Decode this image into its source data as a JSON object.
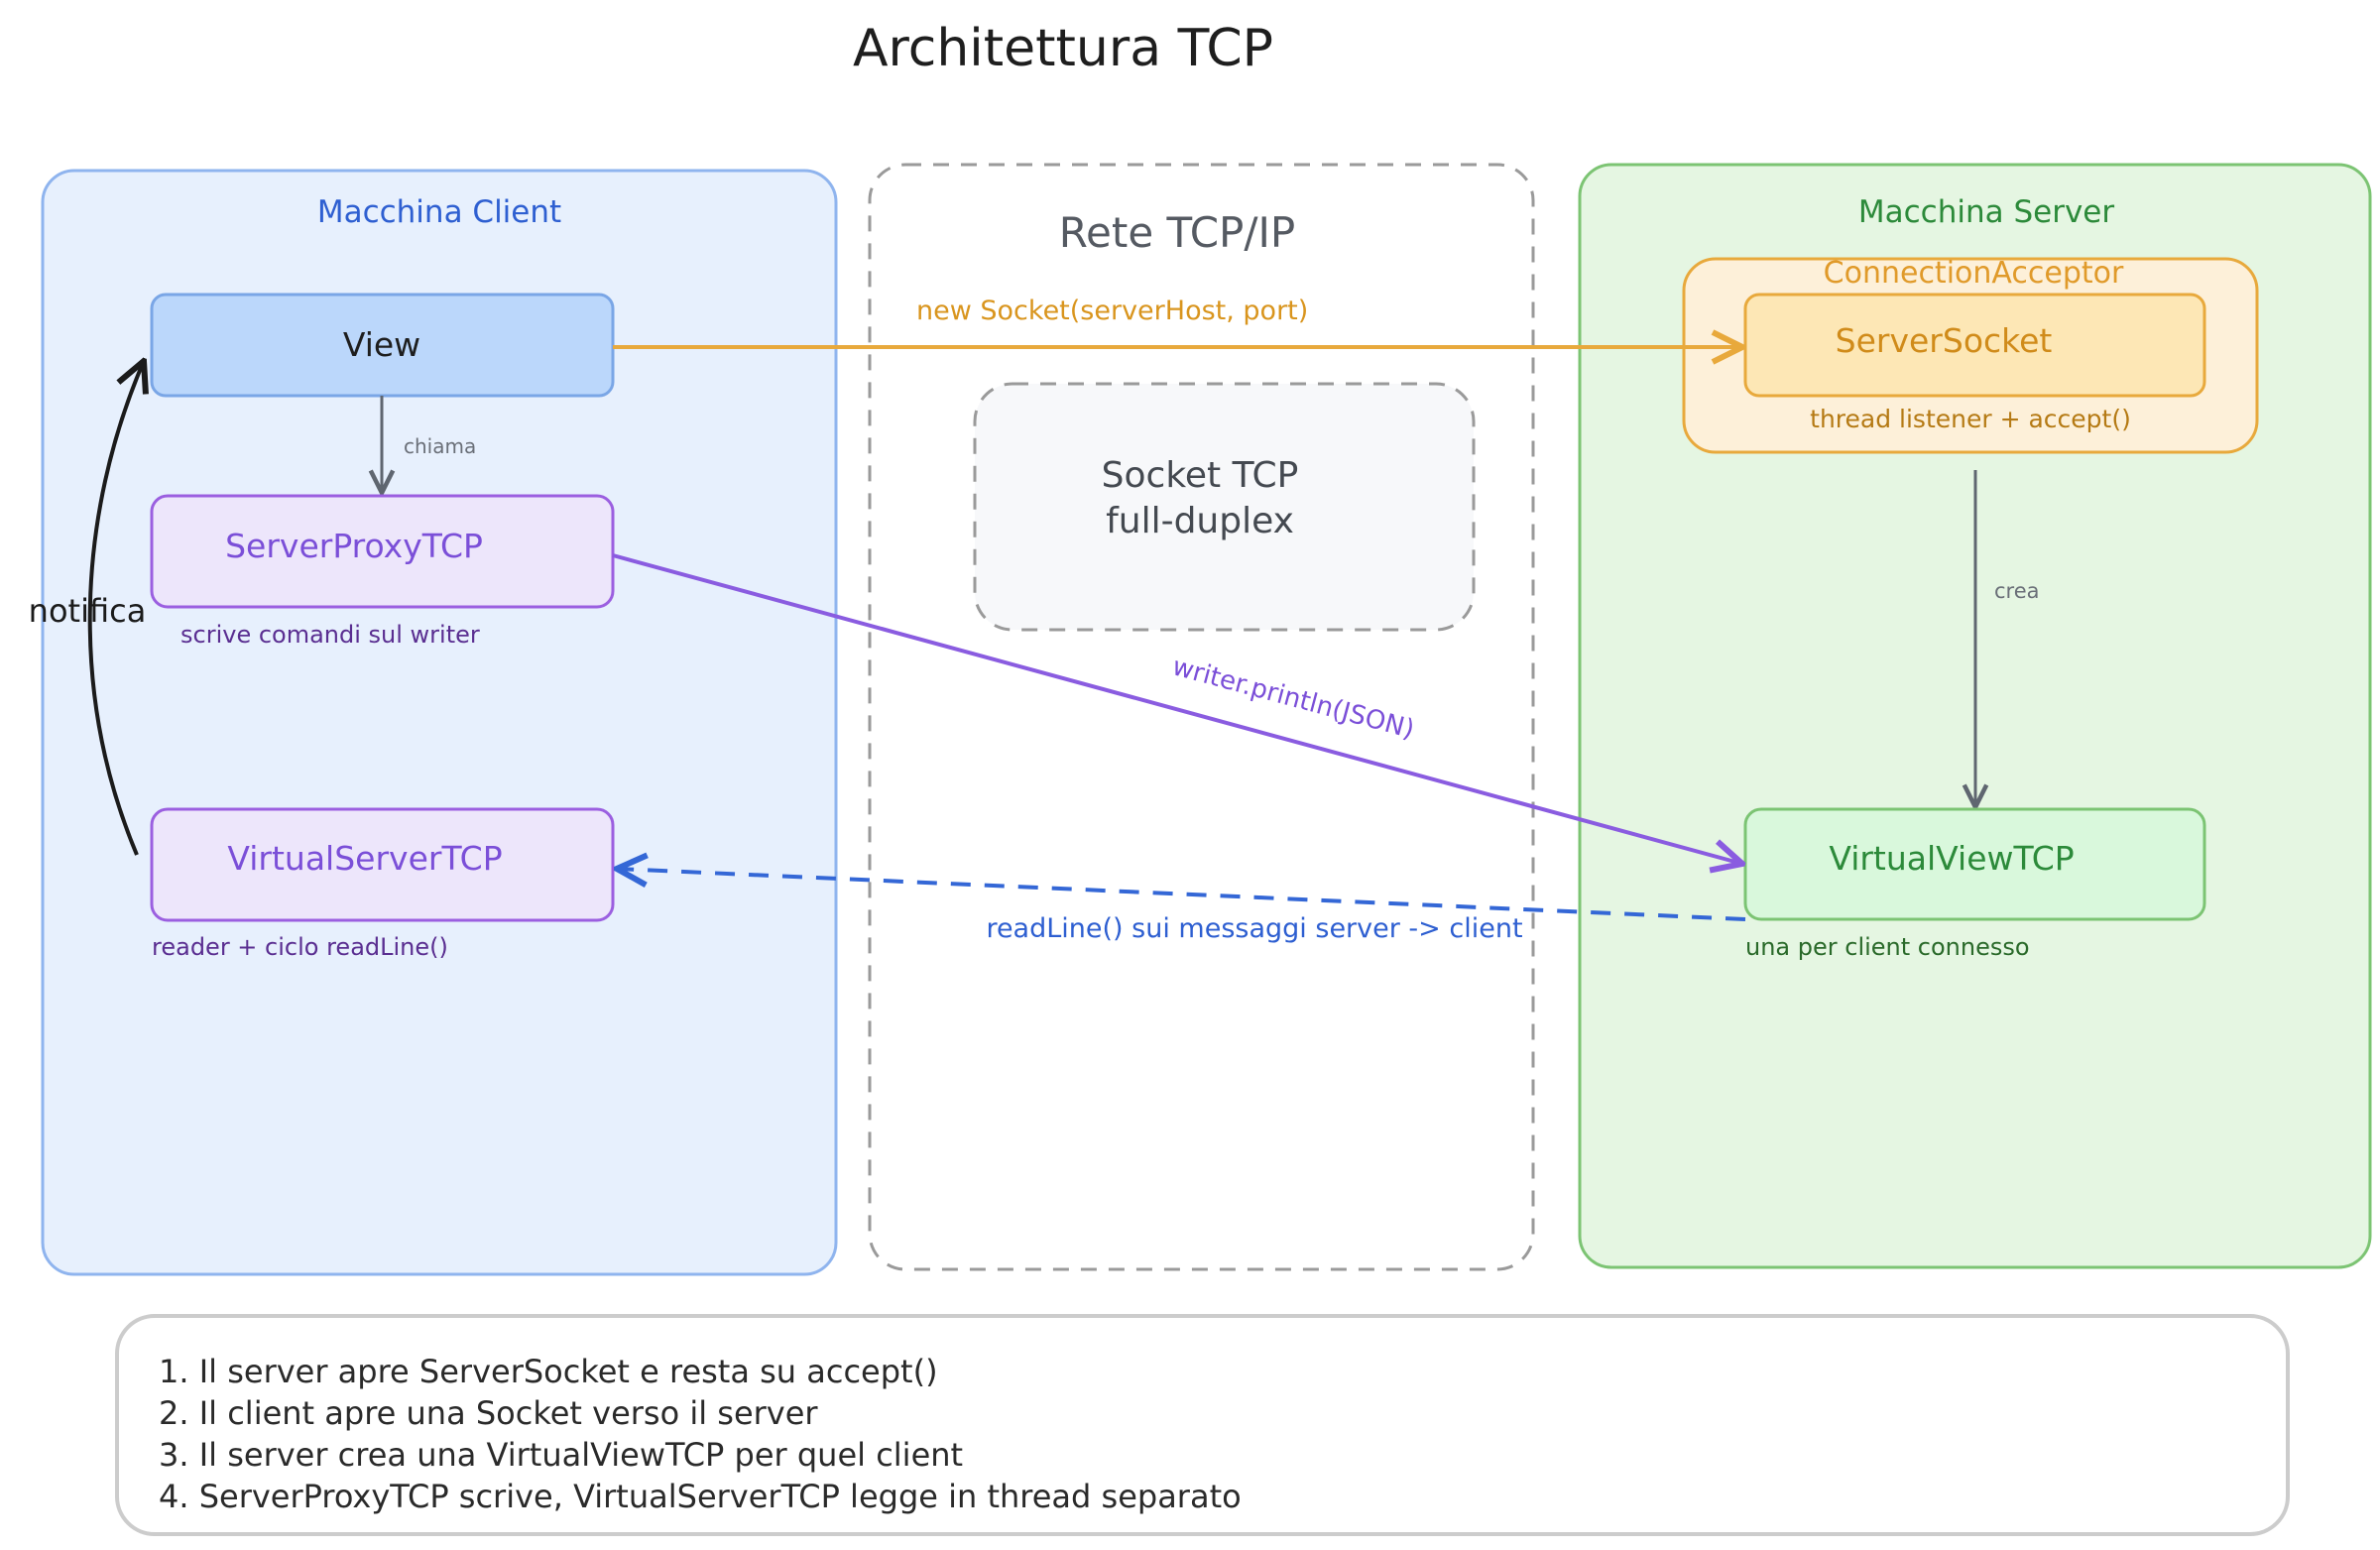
{
  "title": "Architettura TCP",
  "client": {
    "label": "Macchina Client",
    "view": "View",
    "proxy": "ServerProxyTCP",
    "proxy_note": "scrive comandi sul writer",
    "virtual_server": "VirtualServerTCP",
    "virtual_server_note": "reader + ciclo readLine()",
    "notify_label": "notifica",
    "call_label": "chiama"
  },
  "network": {
    "label": "Rete TCP/IP",
    "socket_line1": "Socket TCP",
    "socket_line2": "full-duplex",
    "new_socket_label": "new Socket(serverHost, port)",
    "writer_label": "writer.println(JSON)",
    "readline_label": "readLine() sui messaggi server -> client"
  },
  "server": {
    "label": "Macchina Server",
    "acceptor": "ConnectionAcceptor",
    "server_socket": "ServerSocket",
    "listener_note": "thread listener + accept()",
    "create_label": "crea",
    "virtual_view": "VirtualViewTCP",
    "virtual_view_note": "una per client connesso"
  },
  "steps": [
    "1. Il server apre ServerSocket e resta su accept()",
    "2. Il client apre una Socket verso il server",
    "3. Il server crea una VirtualViewTCP per quel client",
    "4. ServerProxyTCP scrive, VirtualServerTCP legge in thread separato"
  ],
  "colors": {
    "client_bg": "#e7f0fd",
    "client_border": "#8fb4ee",
    "view_bg": "#bbd7fb",
    "view_border": "#7aa6e6",
    "proxy_bg": "#ede6fb",
    "proxy_border": "#9b5fe0",
    "purple_text": "#7b4fd8",
    "dark_purple_text": "#5a2e91",
    "server_bg": "#e5f6e2",
    "server_border": "#7cc473",
    "green_text": "#2c8a3a",
    "dark_green_text": "#2a6a2a",
    "orange": "#e8a93c",
    "orange_text": "#b57a14",
    "socket_bg": "#fde7b5",
    "acceptor_bg": "#fdf0d9",
    "virtual_view_bg": "#d9f8dc",
    "blue_text": "#2e5fd1",
    "blue_dashed": "#3467d6",
    "gray_dashed": "#9a9a9a",
    "gray_text": "#555a62",
    "steps_border": "#cccccc"
  }
}
